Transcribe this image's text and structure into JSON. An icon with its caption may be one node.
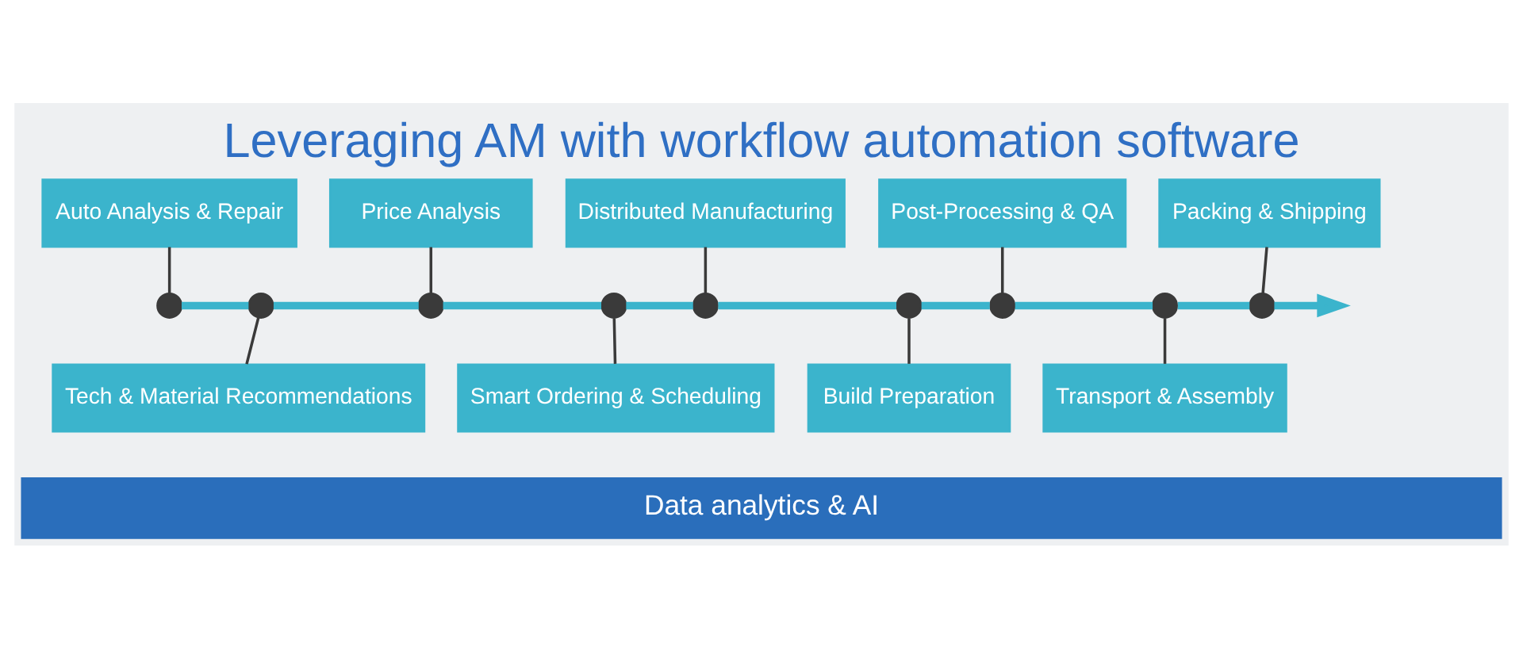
{
  "diagram": {
    "title": "Leveraging AM with workflow automation software",
    "nodes": [
      {
        "text": [
          "Auto Analysis & Repair"
        ]
      },
      {
        "text": [
          "Price Analysis"
        ]
      },
      {
        "text": [
          "Distributed Manufacturing"
        ]
      },
      {
        "text": [
          "Post-Processing & QA"
        ]
      },
      {
        "text": [
          "Packing & Shipping"
        ]
      },
      {
        "text": [],
        "shape": "circle"
      },
      {
        "text": [],
        "shape": "circle"
      },
      {
        "text": [],
        "shape": "circle"
      },
      {
        "text": [],
        "shape": "circle"
      },
      {
        "text": [],
        "shape": "circle"
      },
      {
        "text": [],
        "shape": "circle"
      },
      {
        "text": [],
        "shape": "circle"
      },
      {
        "text": [],
        "shape": "circle"
      },
      {
        "text": [],
        "shape": "circle"
      },
      {
        "text": [
          "Tech & Material Recommendations"
        ]
      },
      {
        "text": [
          "Smart Ordering & Scheduling"
        ]
      },
      {
        "text": [
          "Build Preparation"
        ]
      },
      {
        "text": [
          "Transport & Assembly"
        ]
      },
      {
        "text": [
          "Data analytics & AI"
        ]
      }
    ],
    "edges": [
      {
        "from": 0,
        "to": 5,
        "arrow": "none"
      },
      {
        "from": 1,
        "to": 7,
        "arrow": "none"
      },
      {
        "from": 2,
        "to": 9,
        "arrow": "none"
      },
      {
        "from": 3,
        "to": 11,
        "arrow": "none"
      },
      {
        "from": 4,
        "to": 13,
        "arrow": "none"
      },
      {
        "from": 6,
        "to": 14,
        "arrow": "none"
      },
      {
        "from": 8,
        "to": 15,
        "arrow": "none"
      },
      {
        "from": 10,
        "to": 16,
        "arrow": "none"
      },
      {
        "from": 12,
        "to": 17,
        "arrow": "none"
      },
      {
        "from": 5,
        "to": 6,
        "arrow": "none",
        "style": "thick",
        "color": "#3bb4cc"
      },
      {
        "from": 6,
        "to": 7,
        "arrow": "none",
        "style": "thick",
        "color": "#3bb4cc"
      },
      {
        "from": 7,
        "to": 8,
        "arrow": "none",
        "style": "thick",
        "color": "#3bb4cc"
      },
      {
        "from": 8,
        "to": 9,
        "arrow": "none",
        "style": "thick",
        "color": "#3bb4cc"
      },
      {
        "from": 9,
        "to": 10,
        "arrow": "none",
        "style": "thick",
        "color": "#3bb4cc"
      },
      {
        "from": 10,
        "to": 11,
        "arrow": "none",
        "style": "thick",
        "color": "#3bb4cc"
      },
      {
        "from": 11,
        "to": 12,
        "arrow": "none",
        "style": "thick",
        "color": "#3bb4cc"
      },
      {
        "from": 12,
        "to": 13,
        "arrow": "none",
        "style": "thick",
        "color": "#3bb4cc"
      },
      {
        "from": 13,
        "to": null,
        "arrow": "to",
        "style": "thick",
        "color": "#3bb4cc"
      }
    ]
  }
}
